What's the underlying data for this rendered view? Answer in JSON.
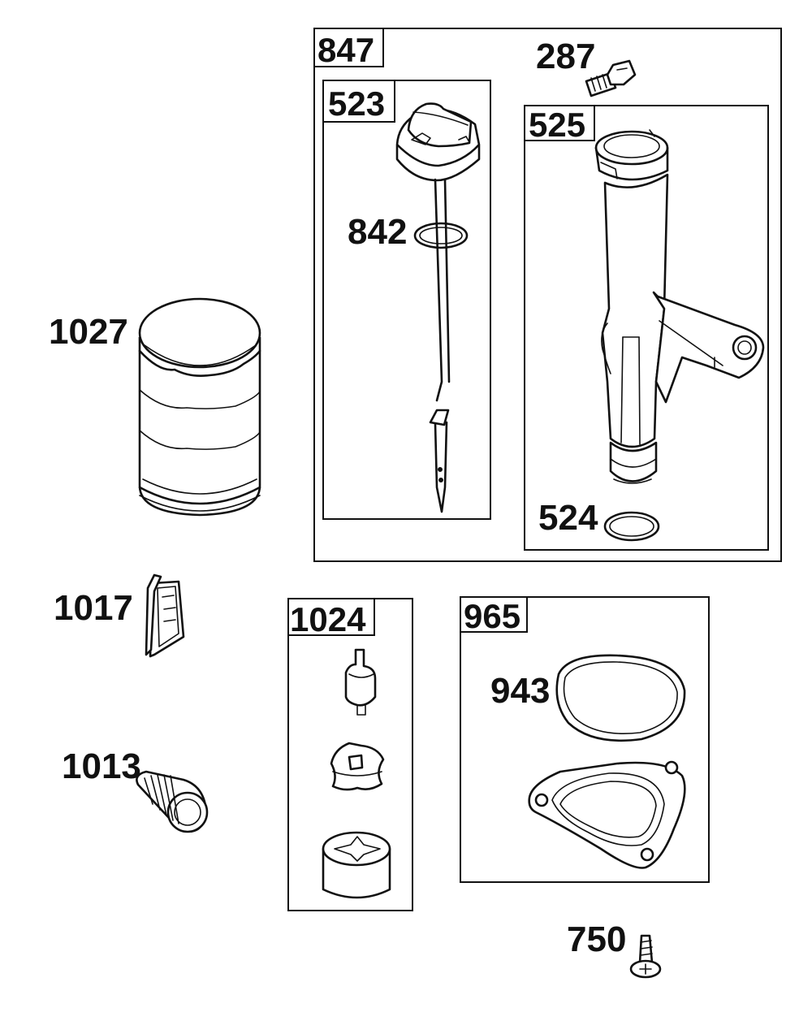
{
  "groups": {
    "g847": "847",
    "g523": "523",
    "g525": "525",
    "g1024": "1024",
    "g965": "965"
  },
  "parts": {
    "p287": "287",
    "p842": "842",
    "p524": "524",
    "p1027": "1027",
    "p1017": "1017",
    "p1013": "1013",
    "p943": "943",
    "p750": "750"
  },
  "colors": {
    "line": "#111111",
    "background": "#ffffff"
  },
  "icons": [
    "oil-filter-icon",
    "dipstick-icon",
    "oil-fill-tube-icon",
    "screw-icon",
    "o-ring-icon",
    "breather-icon",
    "nipple-icon",
    "oil-pump-icon",
    "gasket-icon",
    "cover-plate-icon"
  ]
}
